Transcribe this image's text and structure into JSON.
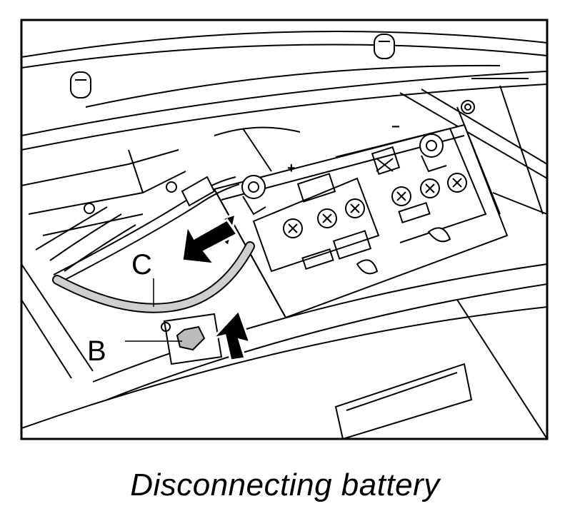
{
  "caption": "Disconnecting battery",
  "labels": {
    "c": "C",
    "b": "B",
    "plus": "+",
    "minus": "−"
  }
}
